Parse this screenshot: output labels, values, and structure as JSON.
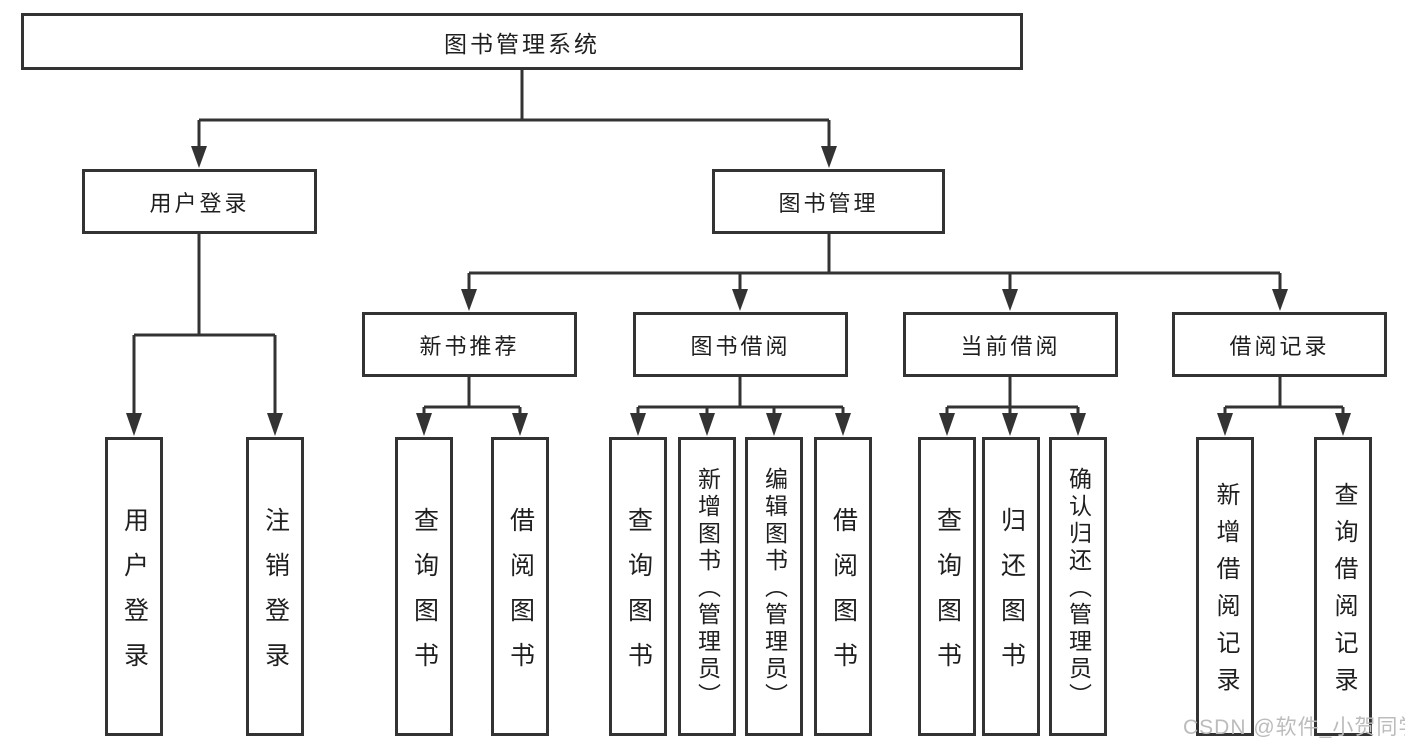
{
  "diagram": {
    "root": "图书管理系统",
    "branches": {
      "user_login": "用户登录",
      "book_management": "图书管理"
    },
    "modules": {
      "new_book_recommend": "新书推荐",
      "book_borrowing": "图书借阅",
      "current_borrowing": "当前借阅",
      "borrowing_records": "借阅记录"
    },
    "leaves": {
      "user_login": [
        "用户登录",
        "注销登录"
      ],
      "new_book_recommend": [
        "查询图书",
        "借阅图书"
      ],
      "book_borrowing": [
        "查询图书",
        "新增图书（管理员）",
        "编辑图书（管理员）",
        "借阅图书"
      ],
      "current_borrowing": [
        "查询图书",
        "归还图书",
        "确认归还（管理员）"
      ],
      "borrowing_records": [
        "新增借阅记录",
        "查询借阅记录"
      ]
    }
  },
  "watermark": "CSDN @软件_小贺同学",
  "colors": {
    "line": "#333333",
    "border": "#333333",
    "text": "#1f1f1f",
    "watermark": "#bcbcbc",
    "background": "#ffffff"
  }
}
